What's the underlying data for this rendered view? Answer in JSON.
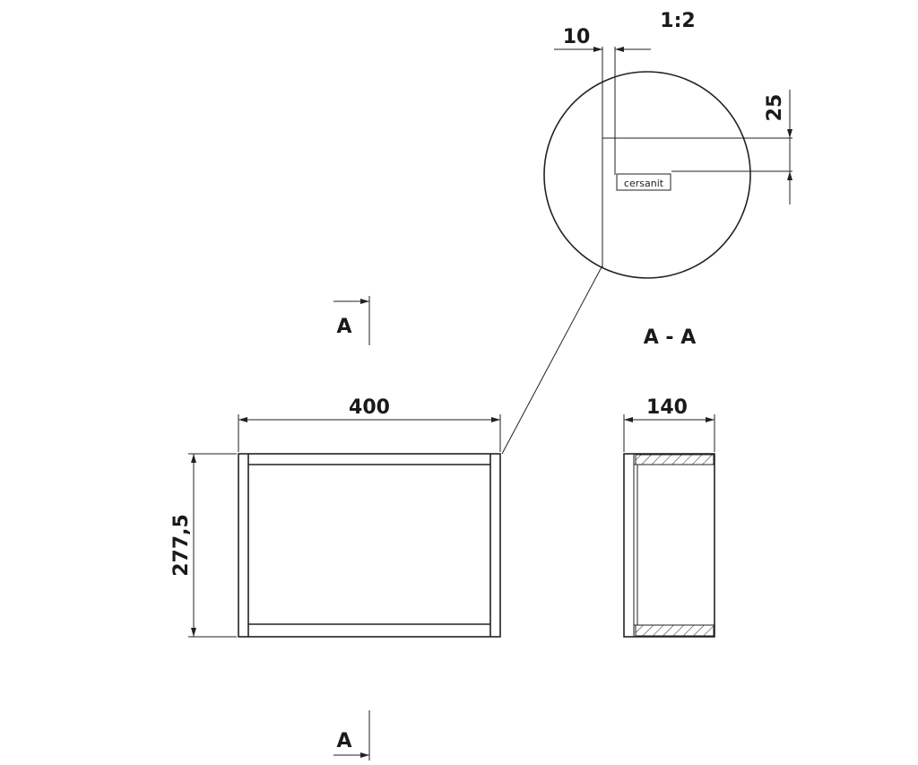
{
  "drawing": {
    "scale": "1:2",
    "section_mark_top": "A",
    "section_mark_bottom": "A",
    "section_title": "A - A",
    "brand_label": "cersanit"
  },
  "dimensions": {
    "width": "400",
    "height": "277,5",
    "depth": "140",
    "detail_offset_x": "10",
    "detail_offset_y": "25"
  },
  "colors": {
    "line": "#222222",
    "background": "#ffffff"
  }
}
